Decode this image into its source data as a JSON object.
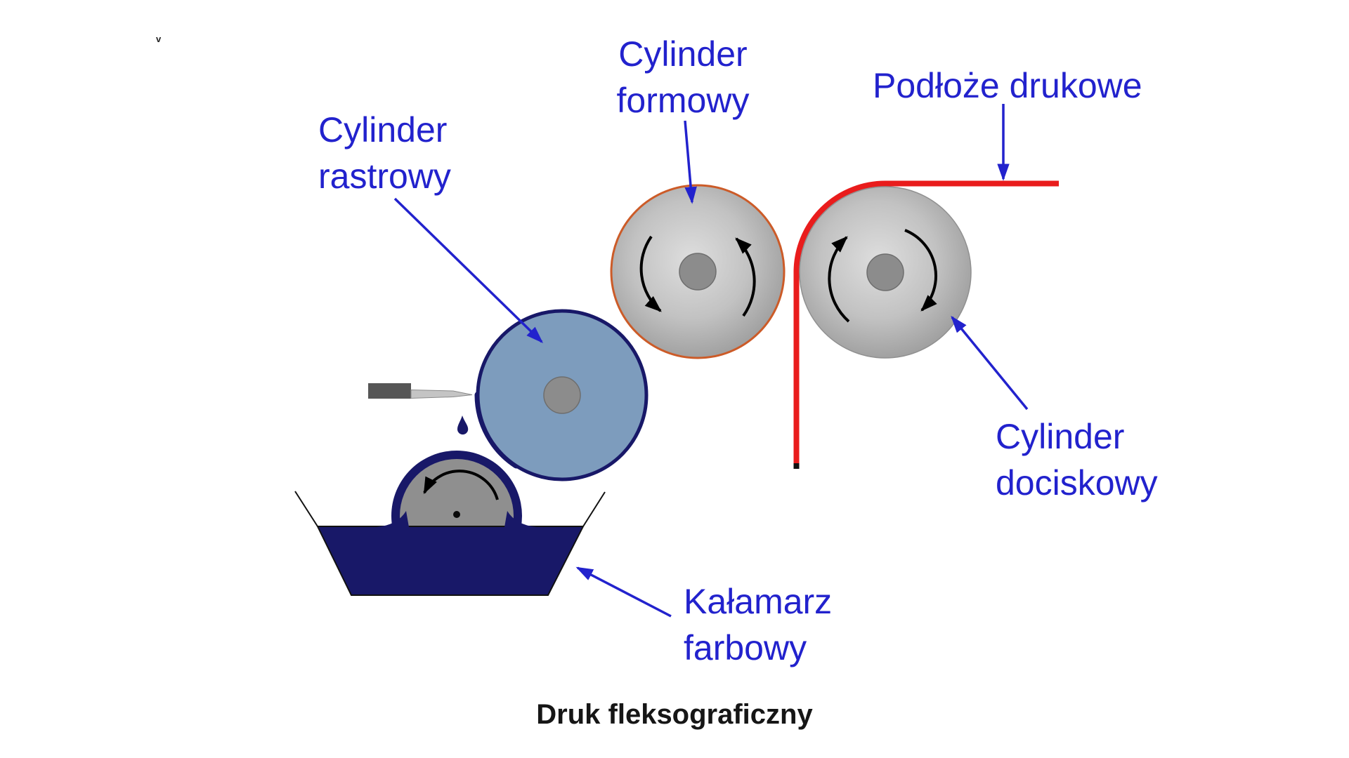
{
  "diagram": {
    "title": "Druk fleksograficzny",
    "stray_mark": "v",
    "labels": {
      "forme_cylinder": {
        "line1": "Cylinder",
        "line2": "formowy"
      },
      "substrate": {
        "line1": "Podłoże drukowe"
      },
      "anilox_cylinder": {
        "line1": "Cylinder",
        "line2": "rastrowy"
      },
      "impression_cylinder": {
        "line1": "Cylinder",
        "line2": "dociskowy"
      },
      "ink_fountain": {
        "line1": "Kałamarz",
        "line2": "farbowy"
      }
    },
    "colors": {
      "label_blue": "#2222cd",
      "substrate_red": "#e91c1c",
      "ink_navy": "#181868",
      "anilox_blue": "#7d9cbd",
      "roller_gray": "#8f8f8f",
      "forme_outline_orange": "#cc5b28",
      "title_black": "#161616",
      "cyl_gray_light": "#dedede",
      "cyl_gray_mid": "#c2c2c2",
      "cyl_gray_dark": "#9a9a9a"
    }
  }
}
